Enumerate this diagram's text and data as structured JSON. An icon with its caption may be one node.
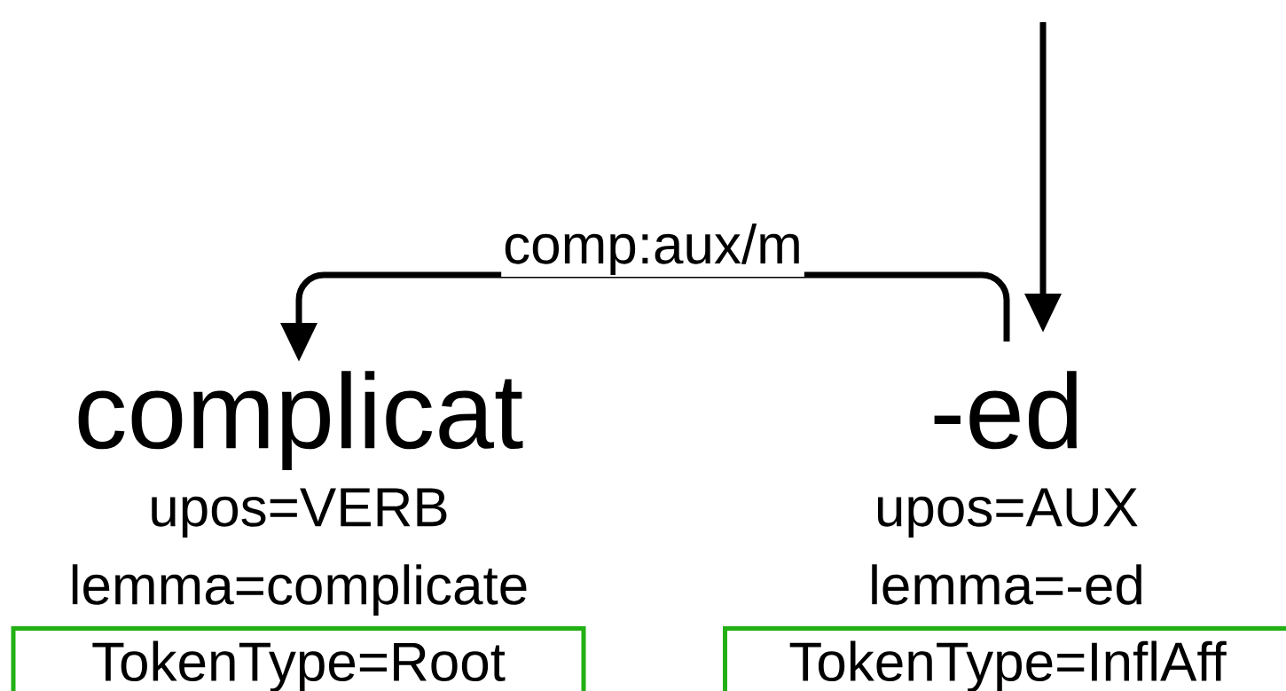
{
  "diagram": {
    "nodes": [
      {
        "text": [
          "complicat",
          "upos=VERB",
          "lemma=complicate"
        ]
      },
      {
        "text": [
          "TokenType=Root"
        ]
      },
      {
        "text": [
          "-ed",
          "upos=AUX",
          "lemma=-ed"
        ]
      },
      {
        "text": [
          "TokenType=InflAff"
        ]
      }
    ],
    "edges": [
      {
        "from": 2,
        "to": 0,
        "arrow": "to",
        "label": "comp:aux/m"
      },
      {
        "from": null,
        "to": 2,
        "arrow": "to"
      }
    ]
  }
}
